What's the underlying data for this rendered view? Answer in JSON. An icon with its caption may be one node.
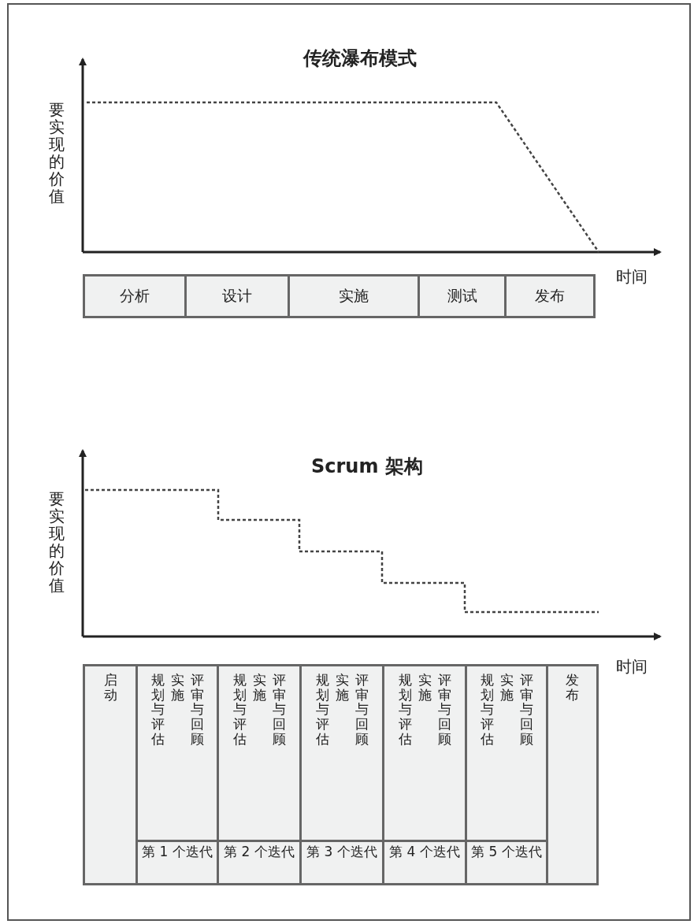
{
  "diagram": {
    "nodes": [
      {
        "text": [
          "分析"
        ]
      },
      {
        "text": [
          "设计"
        ]
      },
      {
        "text": [
          "实施"
        ]
      },
      {
        "text": [
          "测试"
        ]
      },
      {
        "text": [
          "发布"
        ]
      },
      {
        "text": [
          "启动"
        ]
      },
      {
        "text": [
          "规划与评估",
          "实施",
          "评审与回顾"
        ]
      },
      {
        "text": [
          "第 1 个迭代"
        ],
        "in": 6
      },
      {
        "text": [
          "规划与评估",
          "实施",
          "评审与回顾"
        ]
      },
      {
        "text": [
          "第 2 个迭代"
        ],
        "in": 8
      },
      {
        "text": [
          "规划与评估",
          "实施",
          "评审与回顾"
        ]
      },
      {
        "text": [
          "第 3 个迭代"
        ],
        "in": 10
      },
      {
        "text": [
          "规划与评估",
          "实施",
          "评审与回顾"
        ]
      },
      {
        "text": [
          "第 4 个迭代"
        ],
        "in": 12
      },
      {
        "text": [
          "规划与评估",
          "实施",
          "评审与回顾"
        ]
      },
      {
        "text": [
          "第 5 个迭代"
        ],
        "in": 14
      },
      {
        "text": [
          "发布"
        ]
      }
    ],
    "labels": [
      "传统瀑布模式",
      "要实现的价值",
      "时间",
      "Scrum 架构",
      "要实现的价值",
      "时间"
    ]
  }
}
